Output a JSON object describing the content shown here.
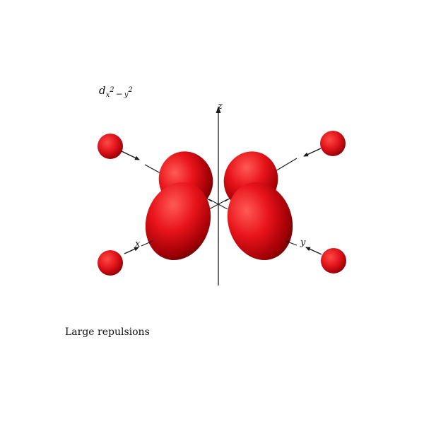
{
  "orbital": {
    "symbol": "d",
    "sub_base": "x",
    "sub_exp1": "2",
    "operator": "−",
    "sub_var2": "y",
    "sub_exp2": "2"
  },
  "axes": {
    "x": "x",
    "y": "y",
    "z": "z"
  },
  "caption": "Large repulsions",
  "colors": {
    "lobe": "#e8141a",
    "lobe_dark": "#7a0000",
    "ligand": "#e8141a",
    "axis": "#1a1a1a"
  }
}
